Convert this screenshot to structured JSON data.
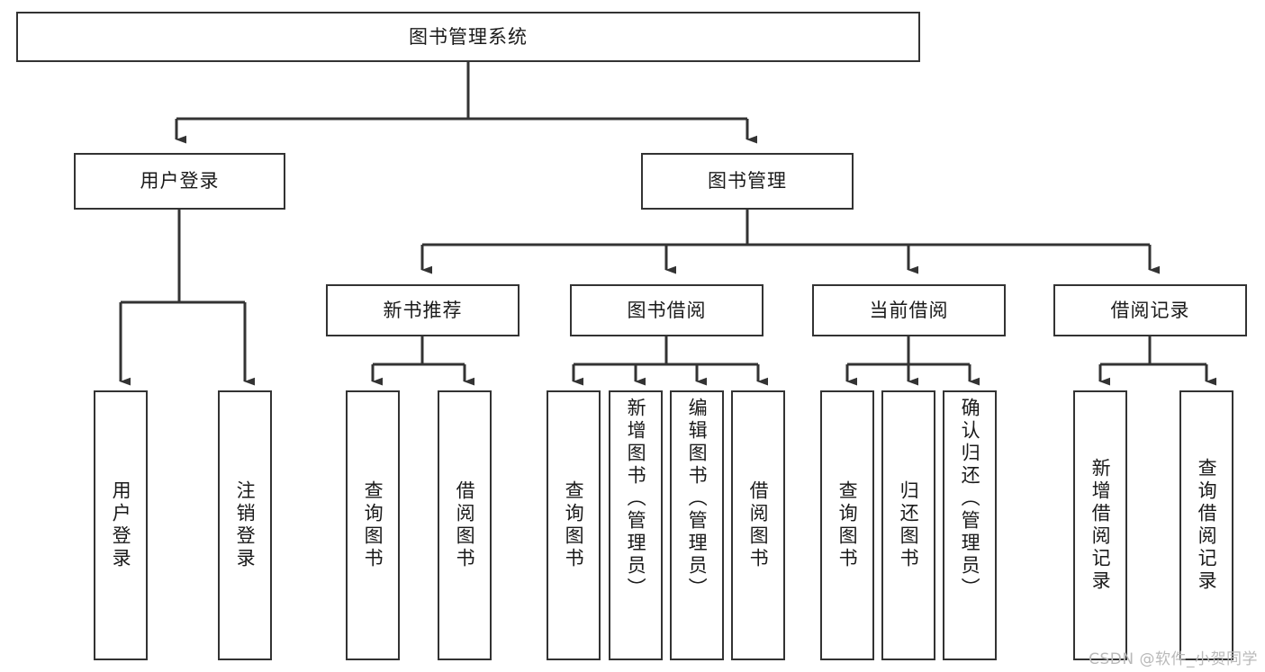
{
  "diagram": {
    "title": "图书管理系统",
    "type": "tree-hierarchy",
    "line_color": "#333333",
    "box_fill": "#ffffff",
    "text_color": "#1a1a1a"
  },
  "nodes": {
    "root": {
      "label": "图书管理系统"
    },
    "level2": [
      {
        "label": "用户登录"
      },
      {
        "label": "图书管理"
      }
    ],
    "level3": [
      {
        "label": "新书推荐"
      },
      {
        "label": "图书借阅"
      },
      {
        "label": "当前借阅"
      },
      {
        "label": "借阅记录"
      }
    ],
    "leaves_user_login": [
      {
        "label": "用户登录"
      },
      {
        "label": "注销登录"
      }
    ],
    "leaves_new_book": [
      {
        "label": "查询图书"
      },
      {
        "label": "借阅图书"
      }
    ],
    "leaves_borrow": [
      {
        "label": "查询图书"
      },
      {
        "label": "新增图书（管理员）"
      },
      {
        "label": "编辑图书（管理员）"
      },
      {
        "label": "借阅图书"
      }
    ],
    "leaves_current": [
      {
        "label": "查询图书"
      },
      {
        "label": "归还图书"
      },
      {
        "label": "确认归还（管理员）"
      }
    ],
    "leaves_records": [
      {
        "label": "新增借阅记录"
      },
      {
        "label": "查询借阅记录"
      }
    ]
  },
  "watermark": {
    "text": "CSDN @软件_小贺同学"
  }
}
